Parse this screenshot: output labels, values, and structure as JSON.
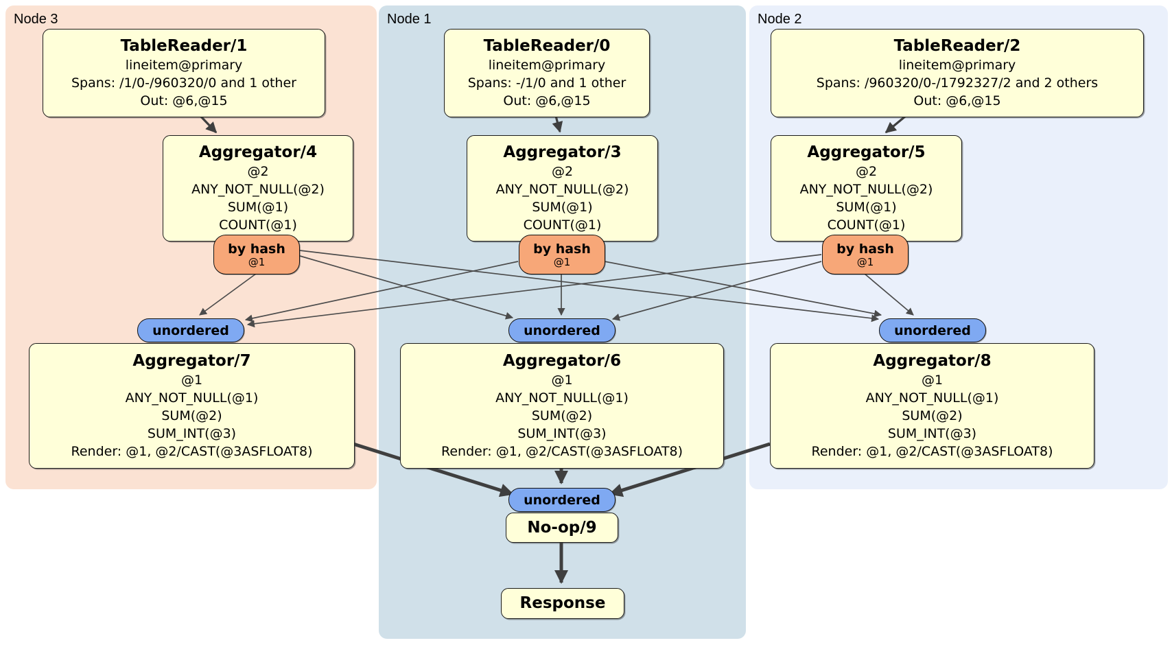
{
  "panels": {
    "node3": {
      "label": "Node 3"
    },
    "node1": {
      "label": "Node 1"
    },
    "node2": {
      "label": "Node 2"
    }
  },
  "processors": {
    "tr1": {
      "title": "TableReader/1",
      "rows": [
        "lineitem@primary",
        "Spans: /1/0-/960320/0 and 1 other",
        "Out: @6,@15"
      ]
    },
    "tr0": {
      "title": "TableReader/0",
      "rows": [
        "lineitem@primary",
        "Spans: -/1/0 and 1 other",
        "Out: @6,@15"
      ]
    },
    "tr2": {
      "title": "TableReader/2",
      "rows": [
        "lineitem@primary",
        "Spans: /960320/0-/1792327/2 and 2 others",
        "Out: @6,@15"
      ]
    },
    "agg4": {
      "title": "Aggregator/4",
      "rows": [
        "@2",
        "ANY_NOT_NULL(@2)",
        "SUM(@1)",
        "COUNT(@1)"
      ]
    },
    "agg3": {
      "title": "Aggregator/3",
      "rows": [
        "@2",
        "ANY_NOT_NULL(@2)",
        "SUM(@1)",
        "COUNT(@1)"
      ]
    },
    "agg5": {
      "title": "Aggregator/5",
      "rows": [
        "@2",
        "ANY_NOT_NULL(@2)",
        "SUM(@1)",
        "COUNT(@1)"
      ]
    },
    "agg7": {
      "title": "Aggregator/7",
      "rows": [
        "@1",
        "ANY_NOT_NULL(@1)",
        "SUM(@2)",
        "SUM_INT(@3)",
        "Render: @1, @2/CAST(@3ASFLOAT8)"
      ]
    },
    "agg6": {
      "title": "Aggregator/6",
      "rows": [
        "@1",
        "ANY_NOT_NULL(@1)",
        "SUM(@2)",
        "SUM_INT(@3)",
        "Render: @1, @2/CAST(@3ASFLOAT8)"
      ]
    },
    "agg8": {
      "title": "Aggregator/8",
      "rows": [
        "@1",
        "ANY_NOT_NULL(@1)",
        "SUM(@2)",
        "SUM_INT(@3)",
        "Render: @1, @2/CAST(@3ASFLOAT8)"
      ]
    },
    "noop": {
      "title": "No-op/9"
    },
    "response": {
      "title": "Response"
    }
  },
  "routers": [
    {
      "label": "by hash",
      "arg": "@1"
    },
    {
      "label": "by hash",
      "arg": "@1"
    },
    {
      "label": "by hash",
      "arg": "@1"
    }
  ],
  "syncs": [
    {
      "label": "unordered"
    },
    {
      "label": "unordered"
    },
    {
      "label": "unordered"
    },
    {
      "label": "unordered"
    }
  ],
  "colors": {
    "node3_bg": "#fbe2d3",
    "node1_bg": "#d0e0e9",
    "node2_bg": "#eaf0fb",
    "box_bg": "#ffffd9",
    "box_border": "#1a1a1a",
    "router_bg": "#f7a778",
    "sync_bg": "#7fa9f2",
    "edge_color": "#3f3f3f",
    "text_color": "#000000"
  }
}
